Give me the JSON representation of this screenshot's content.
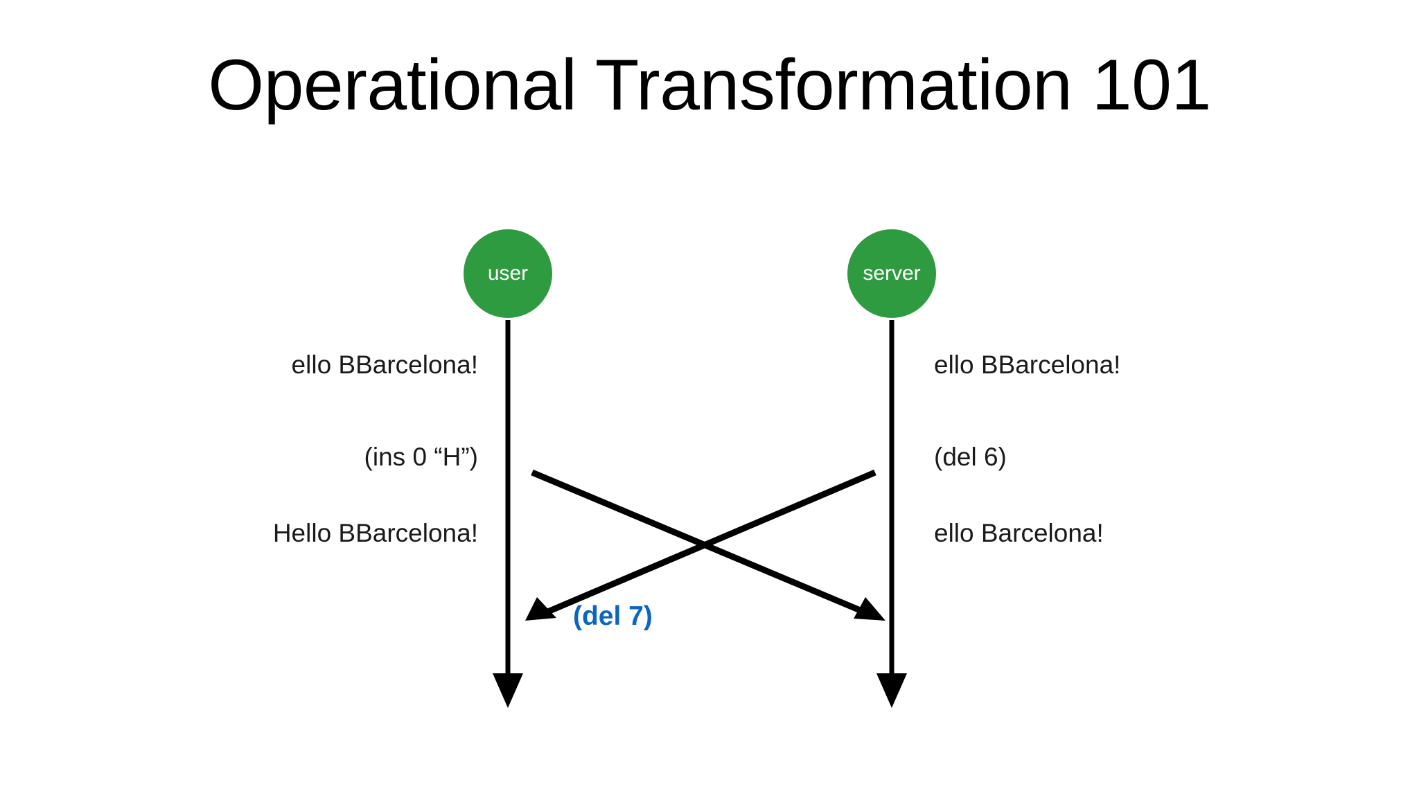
{
  "slide": {
    "title": "Operational Transformation 101",
    "background_color": "#ffffff"
  },
  "palette": {
    "actor_fill": "#2E9B40",
    "actor_text": "#ffffff",
    "line": "#000000",
    "note_text": "#1a1a1a",
    "accent": "#0B66C3"
  },
  "diagram": {
    "type": "sequence-diagram",
    "actors": [
      {
        "id": "user",
        "label": "user"
      },
      {
        "id": "server",
        "label": "server"
      }
    ],
    "notes": {
      "user_state_before": "ello BBarcelona!",
      "user_operation": "(ins 0 “H”)",
      "user_state_after": "Hello BBarcelona!",
      "server_state_before": "ello BBarcelona!",
      "server_operation": "(del 6)",
      "server_state_after": "ello Barcelona!",
      "transformed_operation": "(del 7)"
    }
  }
}
